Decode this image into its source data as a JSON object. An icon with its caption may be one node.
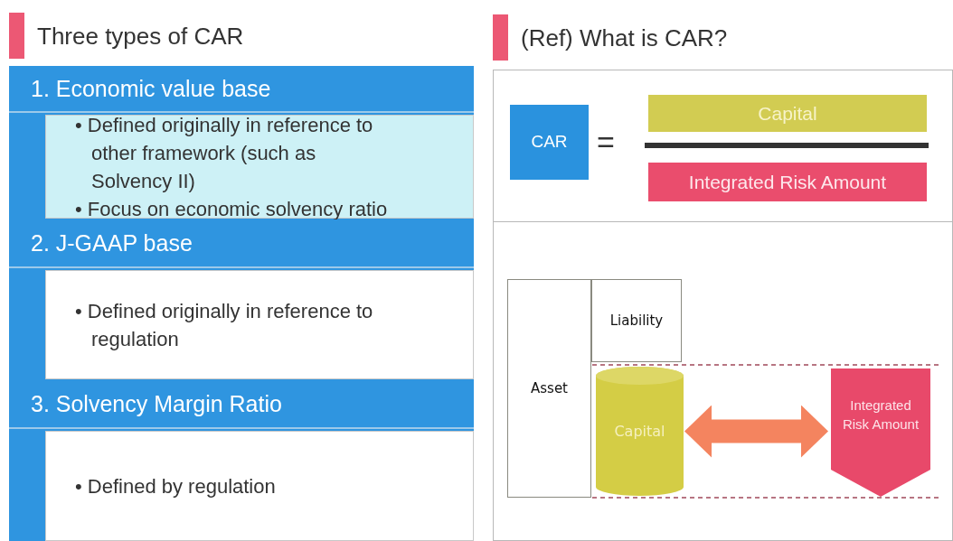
{
  "diagram": {
    "nodes": [
      {
        "text": [
          "Three types of CAR"
        ]
      },
      {
        "text": [
          "1. Economic value base"
        ],
        "in": 0
      },
      {
        "text": [
          "• Defined originally  in reference to other framework  (such as Solvency II)",
          "• Focus on economic solvency ratio"
        ],
        "in": 0
      },
      {
        "text": [
          "2. J-GAAP base"
        ],
        "in": 0
      },
      {
        "text": [
          "• Defined originally in reference to regulation"
        ],
        "in": 0
      },
      {
        "text": [
          "3. Solvency Margin Ratio"
        ],
        "in": 0
      },
      {
        "text": [
          "• Defined by regulation"
        ],
        "in": 0
      },
      {
        "text": [
          "(Ref) What is CAR?"
        ]
      },
      {
        "text": [],
        "shape": "box",
        "in": 7
      },
      {
        "text": [],
        "shape": "box",
        "in": 7
      },
      {
        "text": [
          "CAR"
        ],
        "in": 8
      },
      {
        "text": [
          "Capital"
        ],
        "in": 8
      },
      {
        "text": [
          "Integrated Risk Amount"
        ],
        "in": 8
      },
      {
        "text": [
          "Asset"
        ],
        "in": 9
      },
      {
        "text": [
          "Liability"
        ],
        "in": 9
      },
      {
        "text": [
          "Capital"
        ],
        "in": 9
      },
      {
        "text": [
          "Integrated Risk Amount"
        ],
        "in": 9
      }
    ],
    "edges": [
      {
        "from": 15,
        "to": 16,
        "arrow": "both"
      }
    ],
    "labels": [
      "="
    ]
  }
}
